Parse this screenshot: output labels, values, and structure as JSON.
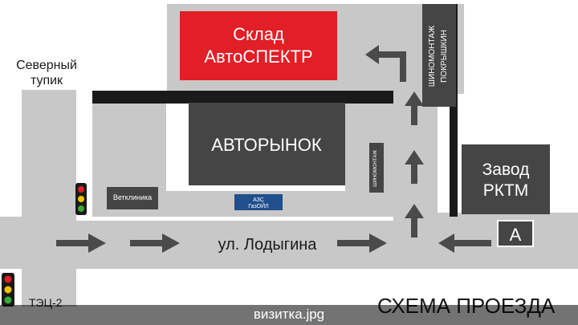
{
  "labels": {
    "north_deadend": [
      "Северный",
      "тупик"
    ],
    "warehouse": [
      "Склад",
      "АвтоСПЕКТР"
    ],
    "tire_service_top": [
      "ШИНОМОНТАЖ",
      "ПОКРЫШКИН"
    ],
    "market": "АВТОРЫНОК",
    "tire_service_small": "ШИНОМОНТАЖ",
    "vet_clinic": "Ветклиника",
    "gas_station": [
      "АЗС",
      "ГазОЙЛ"
    ],
    "factory": [
      "Завод",
      "РКТМ"
    ],
    "point_marker": "A",
    "street": "ул. Лодыгина",
    "power_plant": "ТЭЦ-2",
    "scheme_title": "СХЕМА ПРОЕЗДА",
    "caption": "визитка.jpg"
  },
  "colors": {
    "road": "#c8c8c8",
    "building_dark": "#454545",
    "warehouse_red": "#e21e26",
    "gas_blue": "#1f4f8c",
    "arrow": "#4a4a4a",
    "traffic_red": "#e31e24",
    "traffic_yellow": "#f5c400",
    "traffic_green": "#3aaa35"
  },
  "icons": {
    "arrows": "arrow-icon",
    "traffic_lights": "traffic-light-icon"
  }
}
